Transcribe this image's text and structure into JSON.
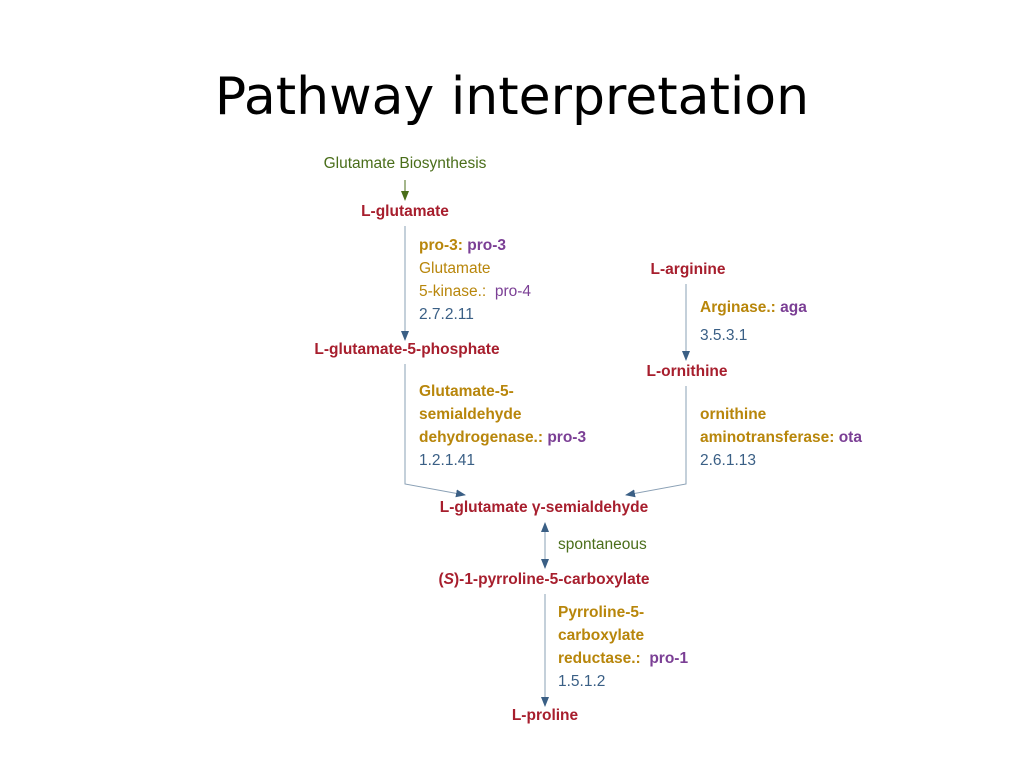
{
  "title": "Pathway interpretation",
  "colors": {
    "compound": "#a71e2d",
    "pathway_link": "#4a6e1a",
    "enzyme": "#b8860b",
    "gene": "#7b3f95",
    "ec_number": "#3a5f85",
    "arrow": "#3a5f85",
    "arrow_green": "#4a6e1a"
  },
  "pathway_link": "Glutamate Biosynthesis",
  "compounds": {
    "glutamate": "L-glutamate",
    "glutamate_5_phosphate": "L-glutamate-5-phosphate",
    "arginine": "L-arginine",
    "ornithine": "L-ornithine",
    "semialdehyde": "L-glutamate γ-semialdehyde",
    "p5c_prefix": "(",
    "p5c_italic": "S",
    "p5c_rest": ")-1-pyrroline-5-carboxylate",
    "proline": "L-proline"
  },
  "reactions": {
    "kinase": {
      "enzyme1": "pro-3:",
      "gene1": "pro-3",
      "enzyme2_line1": "Glutamate",
      "enzyme2_line2": "5-kinase.:",
      "gene2": "pro-4",
      "ec": "2.7.2.11"
    },
    "dehydrogenase": {
      "enzyme_line1": "Glutamate-5-",
      "enzyme_line2": "semialdehyde",
      "enzyme_line3": "dehydrogenase.:",
      "gene": "pro-3",
      "ec": "1.2.1.41"
    },
    "arginase": {
      "enzyme": "Arginase.:",
      "gene": "aga",
      "ec": "3.5.3.1"
    },
    "aminotransferase": {
      "enzyme_line1": "ornithine",
      "enzyme_line2": "aminotransferase:",
      "gene": "ota",
      "ec": "2.6.1.13"
    },
    "spontaneous": "spontaneous",
    "reductase": {
      "enzyme_line1": "Pyrroline-5-",
      "enzyme_line2": "carboxylate",
      "enzyme_line3": "reductase.:",
      "gene": "pro-1",
      "ec": "1.5.1.2"
    }
  }
}
